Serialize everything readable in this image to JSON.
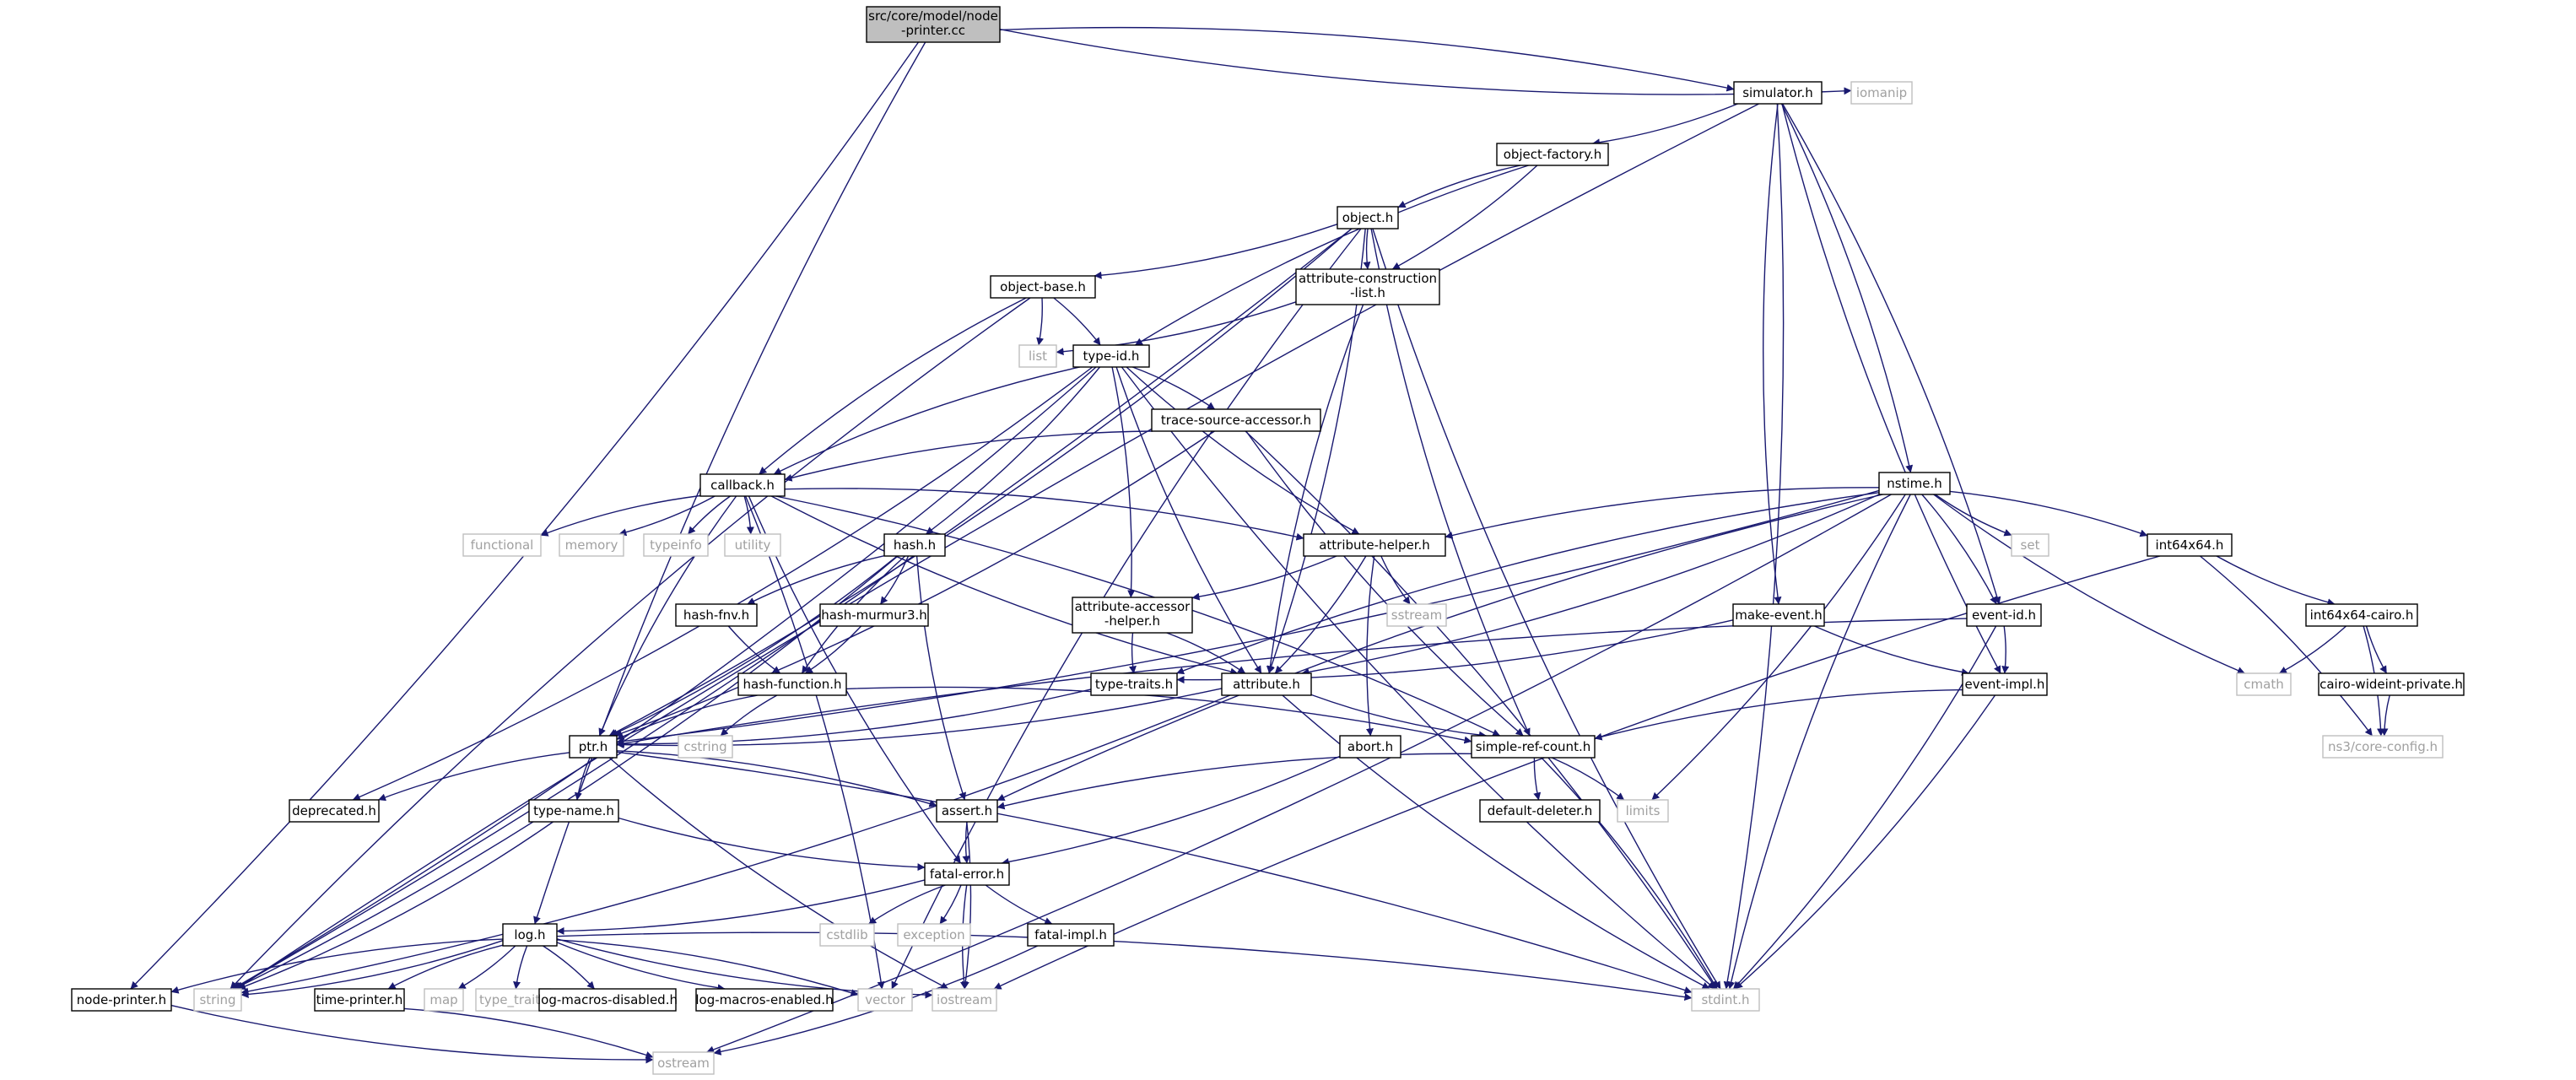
{
  "diagram": {
    "kind": "include-dependency-graph",
    "colors": {
      "edge": "#191970",
      "root_fill": "#bfbfbf",
      "node_border": "#000000",
      "system_border": "#bfbfbf",
      "system_text": "#a0a0a0",
      "node_text": "#000000"
    },
    "nodes": [
      {
        "id": "root",
        "label": "src/core/model/node\n-printer.cc",
        "style": "root"
      },
      {
        "id": "simulator_h",
        "label": "simulator.h",
        "style": "local"
      },
      {
        "id": "iomanip",
        "label": "iomanip",
        "style": "system"
      },
      {
        "id": "object_factory_h",
        "label": "object-factory.h",
        "style": "local"
      },
      {
        "id": "object_h",
        "label": "object.h",
        "style": "local"
      },
      {
        "id": "object_base_h",
        "label": "object-base.h",
        "style": "local"
      },
      {
        "id": "attr_construction",
        "label": "attribute-construction\n-list.h",
        "style": "local"
      },
      {
        "id": "list",
        "label": "list",
        "style": "system"
      },
      {
        "id": "type_id_h",
        "label": "type-id.h",
        "style": "local"
      },
      {
        "id": "trace_source",
        "label": "trace-source-accessor.h",
        "style": "local"
      },
      {
        "id": "callback_h",
        "label": "callback.h",
        "style": "local"
      },
      {
        "id": "functional",
        "label": "functional",
        "style": "system"
      },
      {
        "id": "memory",
        "label": "memory",
        "style": "system"
      },
      {
        "id": "typeinfo",
        "label": "typeinfo",
        "style": "system"
      },
      {
        "id": "utility",
        "label": "utility",
        "style": "system"
      },
      {
        "id": "hash_h",
        "label": "hash.h",
        "style": "local"
      },
      {
        "id": "hash_fnv",
        "label": "hash-fnv.h",
        "style": "local"
      },
      {
        "id": "hash_murmur3",
        "label": "hash-murmur3.h",
        "style": "local"
      },
      {
        "id": "hash_function",
        "label": "hash-function.h",
        "style": "local"
      },
      {
        "id": "cstring",
        "label": "cstring",
        "style": "system"
      },
      {
        "id": "attr_helper",
        "label": "attribute-helper.h",
        "style": "local"
      },
      {
        "id": "sstream",
        "label": "sstream",
        "style": "system"
      },
      {
        "id": "attr_accessor",
        "label": "attribute-accessor\n-helper.h",
        "style": "local"
      },
      {
        "id": "type_traits_h",
        "label": "type-traits.h",
        "style": "local"
      },
      {
        "id": "attribute_h",
        "label": "attribute.h",
        "style": "local"
      },
      {
        "id": "ptr_h",
        "label": "ptr.h",
        "style": "local"
      },
      {
        "id": "deprecated_h",
        "label": "deprecated.h",
        "style": "local"
      },
      {
        "id": "type_name_h",
        "label": "type-name.h",
        "style": "local"
      },
      {
        "id": "abort_h",
        "label": "abort.h",
        "style": "local"
      },
      {
        "id": "simple_ref",
        "label": "simple-ref-count.h",
        "style": "local"
      },
      {
        "id": "default_deleter",
        "label": "default-deleter.h",
        "style": "local"
      },
      {
        "id": "limits",
        "label": "limits",
        "style": "system"
      },
      {
        "id": "assert_h",
        "label": "assert.h",
        "style": "local"
      },
      {
        "id": "fatal_error_h",
        "label": "fatal-error.h",
        "style": "local"
      },
      {
        "id": "cstdlib",
        "label": "cstdlib",
        "style": "system"
      },
      {
        "id": "exception",
        "label": "exception",
        "style": "system"
      },
      {
        "id": "fatal_impl_h",
        "label": "fatal-impl.h",
        "style": "local"
      },
      {
        "id": "log_h",
        "label": "log.h",
        "style": "local"
      },
      {
        "id": "node_printer_h",
        "label": "node-printer.h",
        "style": "local"
      },
      {
        "id": "string",
        "label": "string",
        "style": "system"
      },
      {
        "id": "time_printer_h",
        "label": "time-printer.h",
        "style": "local"
      },
      {
        "id": "map",
        "label": "map",
        "style": "system"
      },
      {
        "id": "type_traits",
        "label": "type_traits",
        "style": "system"
      },
      {
        "id": "log_macros_disabled",
        "label": "log-macros-disabled.h",
        "style": "local"
      },
      {
        "id": "log_macros_enabled",
        "label": "log-macros-enabled.h",
        "style": "local"
      },
      {
        "id": "vector",
        "label": "vector",
        "style": "system"
      },
      {
        "id": "iostream",
        "label": "iostream",
        "style": "system"
      },
      {
        "id": "stdint_h",
        "label": "stdint.h",
        "style": "system"
      },
      {
        "id": "ostream",
        "label": "ostream",
        "style": "system"
      },
      {
        "id": "nstime_h",
        "label": "nstime.h",
        "style": "local"
      },
      {
        "id": "set",
        "label": "set",
        "style": "system"
      },
      {
        "id": "int64x64_h",
        "label": "int64x64.h",
        "style": "local"
      },
      {
        "id": "int64x64_cairo",
        "label": "int64x64-cairo.h",
        "style": "local"
      },
      {
        "id": "cmath",
        "label": "cmath",
        "style": "system"
      },
      {
        "id": "cairo_wideint",
        "label": "cairo-wideint-private.h",
        "style": "local"
      },
      {
        "id": "core_config",
        "label": "ns3/core-config.h",
        "style": "system"
      },
      {
        "id": "make_event_h",
        "label": "make-event.h",
        "style": "local"
      },
      {
        "id": "event_id_h",
        "label": "event-id.h",
        "style": "local"
      },
      {
        "id": "event_impl_h",
        "label": "event-impl.h",
        "style": "local"
      }
    ],
    "edges": [
      [
        "root",
        "simulator_h"
      ],
      [
        "root",
        "iomanip"
      ],
      [
        "root",
        "node_printer_h"
      ],
      [
        "root",
        "log_h"
      ],
      [
        "simulator_h",
        "object_factory_h"
      ],
      [
        "simulator_h",
        "string"
      ],
      [
        "simulator_h",
        "nstime_h"
      ],
      [
        "simulator_h",
        "make_event_h"
      ],
      [
        "simulator_h",
        "event_id_h"
      ],
      [
        "simulator_h",
        "event_impl_h"
      ],
      [
        "simulator_h",
        "stdint_h"
      ],
      [
        "object_factory_h",
        "object_h"
      ],
      [
        "object_factory_h",
        "attr_construction"
      ],
      [
        "object_factory_h",
        "type_id_h"
      ],
      [
        "object_h",
        "object_base_h"
      ],
      [
        "object_h",
        "attr_construction"
      ],
      [
        "object_h",
        "attribute_h"
      ],
      [
        "object_h",
        "simple_ref"
      ],
      [
        "object_h",
        "ptr_h"
      ],
      [
        "object_h",
        "stdint_h"
      ],
      [
        "object_h",
        "string"
      ],
      [
        "object_h",
        "vector"
      ],
      [
        "object_base_h",
        "type_id_h"
      ],
      [
        "object_base_h",
        "callback_h"
      ],
      [
        "object_base_h",
        "list"
      ],
      [
        "object_base_h",
        "string"
      ],
      [
        "attr_construction",
        "list"
      ],
      [
        "attr_construction",
        "attribute_h"
      ],
      [
        "type_id_h",
        "trace_source"
      ],
      [
        "type_id_h",
        "callback_h"
      ],
      [
        "type_id_h",
        "hash_h"
      ],
      [
        "type_id_h",
        "attr_helper"
      ],
      [
        "type_id_h",
        "attr_accessor"
      ],
      [
        "type_id_h",
        "attribute_h"
      ],
      [
        "type_id_h",
        "deprecated_h"
      ],
      [
        "type_id_h",
        "stdint_h"
      ],
      [
        "type_id_h",
        "string"
      ],
      [
        "trace_source",
        "callback_h"
      ],
      [
        "trace_source",
        "ptr_h"
      ],
      [
        "trace_source",
        "simple_ref"
      ],
      [
        "trace_source",
        "stdint_h"
      ],
      [
        "callback_h",
        "functional"
      ],
      [
        "callback_h",
        "memory"
      ],
      [
        "callback_h",
        "typeinfo"
      ],
      [
        "callback_h",
        "utility"
      ],
      [
        "callback_h",
        "attribute_h"
      ],
      [
        "callback_h",
        "attr_helper"
      ],
      [
        "callback_h",
        "ptr_h"
      ],
      [
        "callback_h",
        "simple_ref"
      ],
      [
        "callback_h",
        "fatal_error_h"
      ],
      [
        "callback_h",
        "vector"
      ],
      [
        "hash_h",
        "hash_fnv"
      ],
      [
        "hash_h",
        "hash_murmur3"
      ],
      [
        "hash_h",
        "hash_function"
      ],
      [
        "hash_h",
        "ptr_h"
      ],
      [
        "hash_h",
        "assert_h"
      ],
      [
        "hash_h",
        "string"
      ],
      [
        "hash_fnv",
        "hash_function"
      ],
      [
        "hash_murmur3",
        "hash_function"
      ],
      [
        "hash_function",
        "cstring"
      ],
      [
        "hash_function",
        "simple_ref"
      ],
      [
        "hash_function",
        "ptr_h"
      ],
      [
        "attr_helper",
        "attr_accessor"
      ],
      [
        "attr_helper",
        "sstream"
      ],
      [
        "attr_helper",
        "attribute_h"
      ],
      [
        "attr_helper",
        "abort_h"
      ],
      [
        "attr_accessor",
        "attribute_h"
      ],
      [
        "attr_accessor",
        "type_traits_h"
      ],
      [
        "attribute_h",
        "ptr_h"
      ],
      [
        "attribute_h",
        "simple_ref"
      ],
      [
        "attribute_h",
        "string"
      ],
      [
        "attribute_h",
        "stdint_h"
      ],
      [
        "type_traits_h",
        "ptr_h"
      ],
      [
        "ptr_h",
        "deprecated_h"
      ],
      [
        "ptr_h",
        "assert_h"
      ],
      [
        "ptr_h",
        "type_name_h"
      ],
      [
        "ptr_h",
        "stdint_h"
      ],
      [
        "ptr_h",
        "iostream"
      ],
      [
        "abort_h",
        "fatal_error_h"
      ],
      [
        "simple_ref",
        "default_deleter"
      ],
      [
        "simple_ref",
        "limits"
      ],
      [
        "simple_ref",
        "assert_h"
      ],
      [
        "simple_ref",
        "stdint_h"
      ],
      [
        "assert_h",
        "fatal_error_h"
      ],
      [
        "assert_h",
        "iostream"
      ],
      [
        "type_name_h",
        "fatal_error_h"
      ],
      [
        "type_name_h",
        "string"
      ],
      [
        "fatal_error_h",
        "cstdlib"
      ],
      [
        "fatal_error_h",
        "exception"
      ],
      [
        "fatal_error_h",
        "fatal_impl_h"
      ],
      [
        "fatal_error_h",
        "log_h"
      ],
      [
        "fatal_error_h",
        "iostream"
      ],
      [
        "fatal_impl_h",
        "ostream"
      ],
      [
        "log_h",
        "node_printer_h"
      ],
      [
        "log_h",
        "string"
      ],
      [
        "log_h",
        "time_printer_h"
      ],
      [
        "log_h",
        "map"
      ],
      [
        "log_h",
        "type_traits"
      ],
      [
        "log_h",
        "log_macros_disabled"
      ],
      [
        "log_h",
        "log_macros_enabled"
      ],
      [
        "log_h",
        "vector"
      ],
      [
        "log_h",
        "iostream"
      ],
      [
        "log_h",
        "stdint_h"
      ],
      [
        "node_printer_h",
        "ostream"
      ],
      [
        "time_printer_h",
        "ostream"
      ],
      [
        "nstime_h",
        "assert_h"
      ],
      [
        "nstime_h",
        "attribute_h"
      ],
      [
        "nstime_h",
        "attr_helper"
      ],
      [
        "nstime_h",
        "event_id_h"
      ],
      [
        "nstime_h",
        "type_traits_h"
      ],
      [
        "nstime_h",
        "int64x64_h"
      ],
      [
        "nstime_h",
        "set"
      ],
      [
        "nstime_h",
        "limits"
      ],
      [
        "nstime_h",
        "cmath"
      ],
      [
        "nstime_h",
        "ostream"
      ],
      [
        "nstime_h",
        "stdint_h"
      ],
      [
        "nstime_h",
        "ptr_h"
      ],
      [
        "int64x64_h",
        "int64x64_cairo"
      ],
      [
        "int64x64_h",
        "core_config"
      ],
      [
        "int64x64_h",
        "iostream"
      ],
      [
        "int64x64_cairo",
        "cmath"
      ],
      [
        "int64x64_cairo",
        "cairo_wideint"
      ],
      [
        "int64x64_cairo",
        "core_config"
      ],
      [
        "cairo_wideint",
        "core_config"
      ],
      [
        "make_event_h",
        "type_traits_h"
      ],
      [
        "make_event_h",
        "event_impl_h"
      ],
      [
        "event_id_h",
        "event_impl_h"
      ],
      [
        "event_id_h",
        "ptr_h"
      ],
      [
        "event_id_h",
        "stdint_h"
      ],
      [
        "event_impl_h",
        "simple_ref"
      ],
      [
        "event_impl_h",
        "stdint_h"
      ]
    ]
  }
}
